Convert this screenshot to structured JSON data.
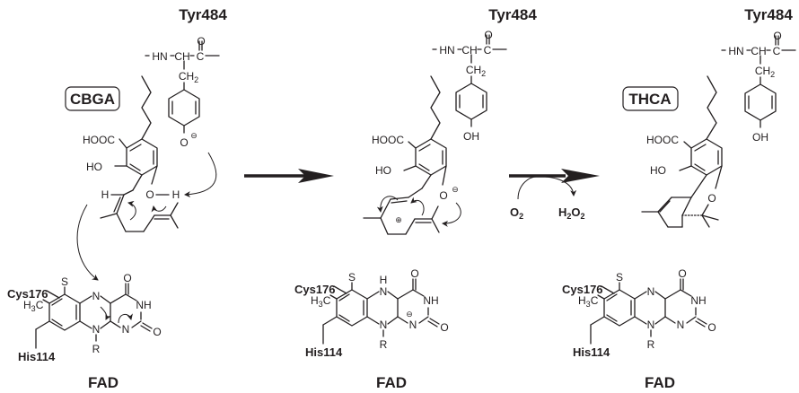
{
  "title": "Reaction mechanism of THCA synthase: CBGA to THCA",
  "panels": [
    {
      "residue_label": "Tyr484",
      "tyr_backbone": {
        "left": "HN",
        "mid": "CH",
        "right": "C",
        "carbonyl_o": "O",
        "ch2": "CH",
        "ch2_sub": "2"
      },
      "tyr_oxygen": "O",
      "tyr_charge": "⊖",
      "substrate_label": "CBGA",
      "substrate_groups": {
        "cooh": "HOOC",
        "oh": "HO",
        "h_left": "H",
        "o": "O",
        "h_right": "H"
      },
      "flavin": {
        "cys": "Cys176",
        "s": "S",
        "h3c_main": "H",
        "h3c_sub": "3",
        "h3c_end": "C",
        "his": "His114",
        "n5": "N",
        "n10": "N",
        "r": "R",
        "o4": "O",
        "nh": "NH",
        "n1": "N",
        "o2": "O"
      },
      "cofactor_label": "FAD"
    },
    {
      "residue_label": "Tyr484",
      "tyr_backbone": {
        "left": "HN",
        "mid": "CH",
        "right": "C",
        "carbonyl_o": "O",
        "ch2": "CH",
        "ch2_sub": "2"
      },
      "tyr_oxygen": "OH",
      "substrate_groups": {
        "cooh": "HOOC",
        "oh": "HO",
        "o": "O",
        "o_charge": "⊖",
        "cation": "⊕"
      },
      "flavin": {
        "cys": "Cys176",
        "s": "S",
        "h3c_main": "H",
        "h3c_sub": "3",
        "h3c_end": "C",
        "his": "His114",
        "n5": "N",
        "n5h": "H",
        "n10": "N",
        "r": "R",
        "o4": "O",
        "nh": "NH",
        "n1": "N",
        "n1_charge": "⊖",
        "o2": "O"
      },
      "cofactor_label": "FAD"
    },
    {
      "residue_label": "Tyr484",
      "tyr_backbone": {
        "left": "HN",
        "mid": "CH",
        "right": "C",
        "carbonyl_o": "O",
        "ch2": "CH",
        "ch2_sub": "2"
      },
      "tyr_oxygen": "OH",
      "product_label": "THCA",
      "substrate_groups": {
        "cooh": "HOOC",
        "oh": "HO",
        "o": "O"
      },
      "flavin": {
        "cys": "Cys176",
        "s": "S",
        "h3c_main": "H",
        "h3c_sub": "3",
        "h3c_end": "C",
        "his": "His114",
        "n5": "N",
        "n10": "N",
        "r": "R",
        "o4": "O",
        "nh": "NH",
        "n1": "N",
        "o2": "O"
      },
      "cofactor_label": "FAD"
    }
  ],
  "arrows": [
    {
      "from": "panel-1",
      "to": "panel-2",
      "label": ""
    },
    {
      "from": "panel-2",
      "to": "panel-3",
      "reagent_in_main": "O",
      "reagent_in_sub": "2",
      "reagent_out_main_1": "H",
      "reagent_out_sub_1": "2",
      "reagent_out_main_2": "O",
      "reagent_out_sub_2": "2"
    }
  ]
}
